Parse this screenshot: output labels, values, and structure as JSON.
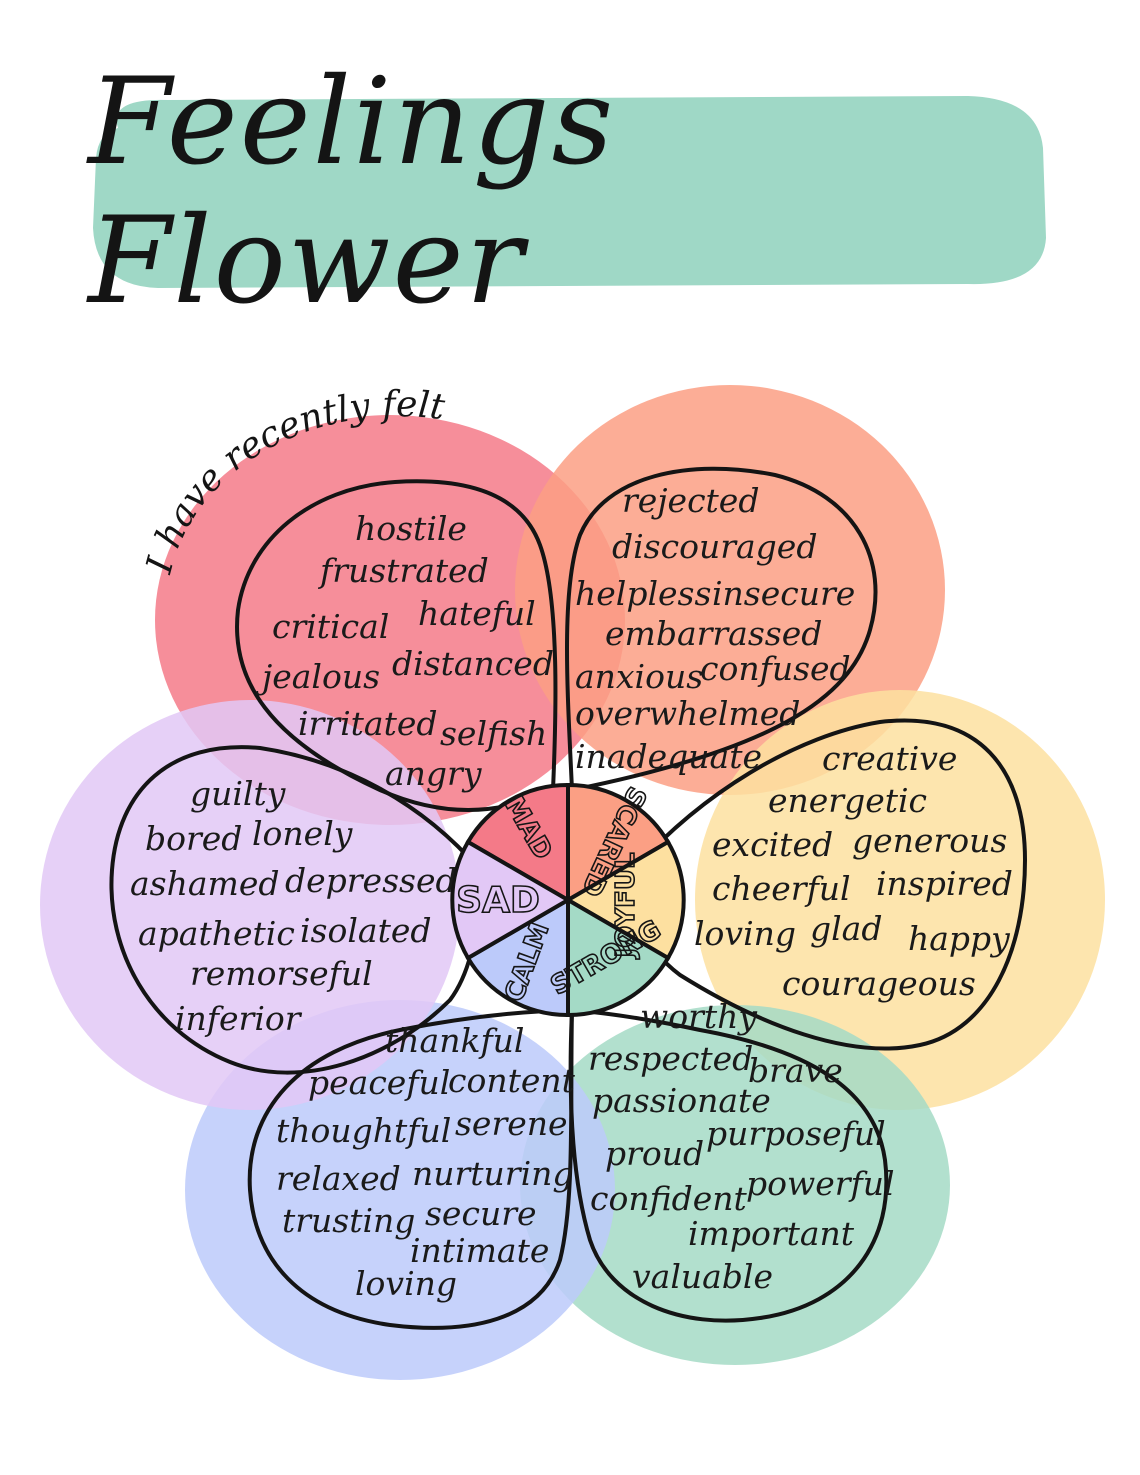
{
  "title": "Feelings Flower",
  "subtitle": "I have recently felt",
  "colors": {
    "banner": "#9fd8c6",
    "mad": "#f47a88",
    "scared": "#fb9f84",
    "joyful": "#fde0a0",
    "strong": "#a4dac6",
    "calm": "#bccafa",
    "sad": "#e2c8f6"
  },
  "petals": {
    "mad": {
      "label": "MAD",
      "words": [
        "hostile",
        "frustrated",
        "critical",
        "hateful",
        "jealous",
        "distanced",
        "irritated",
        "selfish",
        "angry"
      ]
    },
    "scared": {
      "label": "SCARED",
      "words": [
        "rejected",
        "discouraged",
        "helpless",
        "insecure",
        "embarrassed",
        "anxious",
        "confused",
        "overwhelmed",
        "inadequate"
      ]
    },
    "joyful": {
      "label": "JOYFUL",
      "words": [
        "creative",
        "energetic",
        "excited",
        "generous",
        "cheerful",
        "inspired",
        "loving",
        "glad",
        "happy",
        "courageous"
      ]
    },
    "strong": {
      "label": "STRONG",
      "words": [
        "worthy",
        "respected",
        "brave",
        "passionate",
        "proud",
        "purposeful",
        "confident",
        "powerful",
        "important",
        "valuable"
      ]
    },
    "calm": {
      "label": "CALM",
      "words": [
        "thankful",
        "peaceful",
        "content",
        "thoughtful",
        "serene",
        "relaxed",
        "nurturing",
        "trusting",
        "secure",
        "intimate",
        "loving"
      ]
    },
    "sad": {
      "label": "SAD",
      "words": [
        "guilty",
        "bored",
        "lonely",
        "ashamed",
        "depressed",
        "apathetic",
        "isolated",
        "remorseful",
        "inferior"
      ]
    }
  }
}
